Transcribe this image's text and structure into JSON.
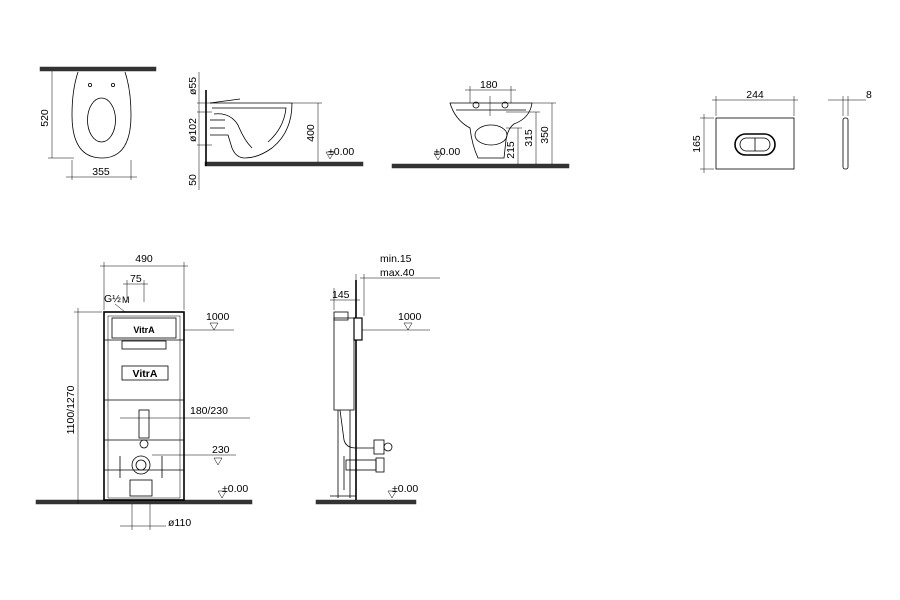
{
  "drawing": {
    "top_view": {
      "width": "355",
      "height": "520"
    },
    "side_view": {
      "pipe_dia": "ø55",
      "outlet_dia": "ø102",
      "floor_offset": "50",
      "rim_height": "400",
      "floor_level": "±0.00"
    },
    "front_view": {
      "fix_spacing": "180",
      "height_a": "215",
      "height_b": "315",
      "height_c": "350",
      "floor_level": "±0.00"
    },
    "flush_plate_front": {
      "width": "244",
      "height": "165"
    },
    "flush_plate_side": {
      "depth": "8"
    },
    "frame_front": {
      "width": "490",
      "offset": "75",
      "inlet": "G½",
      "inlet_label": "M",
      "height": "1100/1270",
      "level_top": "1000",
      "outlet_range": "180/230",
      "level_mid": "230",
      "floor_level": "±0.00",
      "outlet_dia": "ø110",
      "brand_top": "VitrA",
      "brand_plate": "VitrA"
    },
    "frame_side": {
      "wall_min": "min.15",
      "wall_max": "max.40",
      "depth": "145",
      "level_top": "1000",
      "floor_level": "±0.00"
    }
  }
}
